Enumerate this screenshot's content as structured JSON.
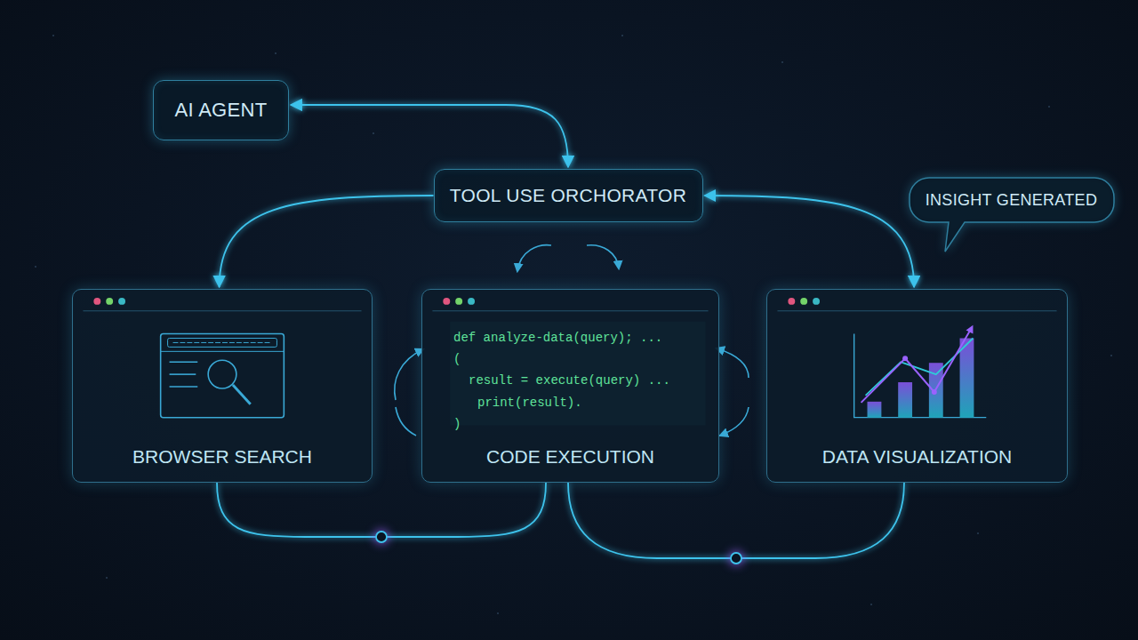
{
  "diagram": {
    "nodes": [
      {
        "text": [
          "AI AGENT"
        ]
      },
      {
        "text": [
          "TOOL USE ORCHORATOR"
        ]
      },
      {
        "text": [
          "INSIGHT GENERATED"
        ]
      },
      {
        "text": [
          "BROWSER SEARCH"
        ]
      },
      {
        "text": [
          "def analyze-data(query); ...",
          "(",
          "result = execute(query) ...",
          "print(result).",
          ")",
          "CODE EXECUTION"
        ]
      },
      {
        "text": [
          "DATA VISUALIZATION"
        ]
      }
    ],
    "edges": [
      {
        "from": 0,
        "to": 1,
        "arrow": "both"
      },
      {
        "from": 1,
        "to": 3,
        "arrow": "to"
      },
      {
        "from": 1,
        "to": 5,
        "arrow": "both"
      },
      {
        "from": 1,
        "to": 4,
        "arrow": "none"
      },
      {
        "from": 3,
        "to": 4,
        "arrow": "both"
      },
      {
        "from": 4,
        "to": 5,
        "arrow": "to"
      },
      {
        "from": 3,
        "to": 4,
        "arrow": "none"
      },
      {
        "from": 4,
        "to": 5,
        "arrow": "none"
      }
    ]
  }
}
